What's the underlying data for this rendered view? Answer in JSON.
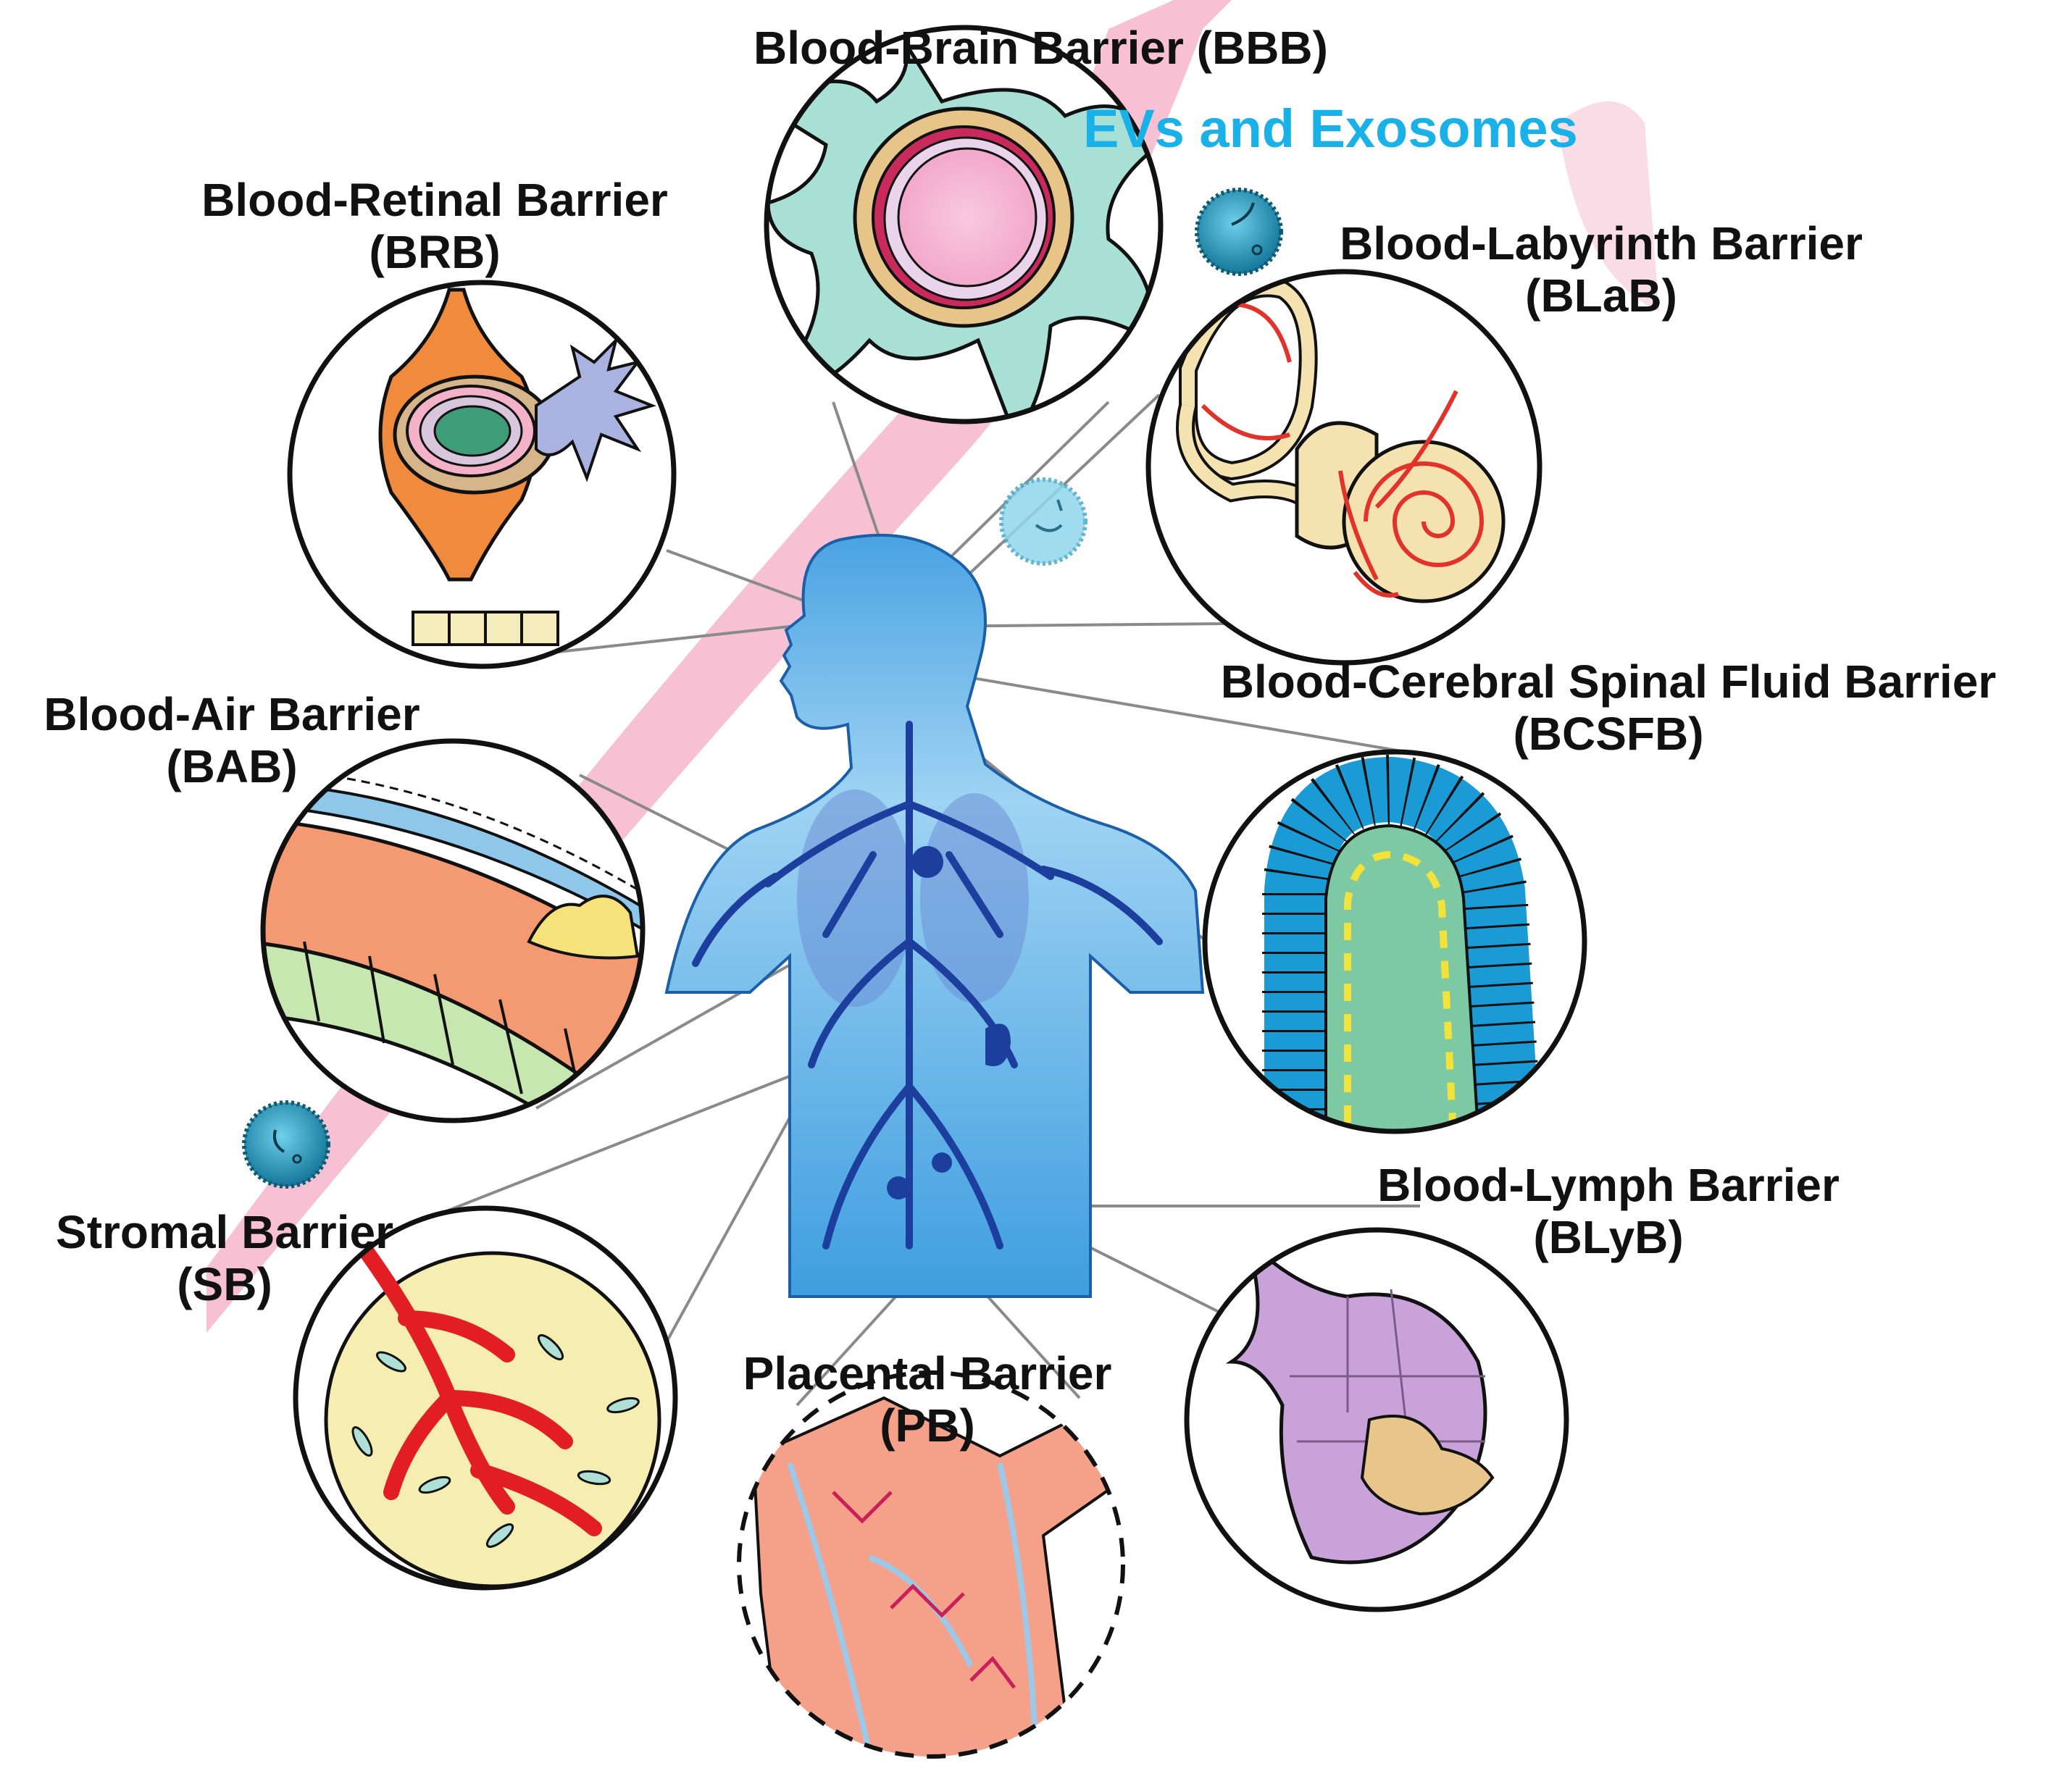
{
  "colors": {
    "ribbon": "#f7b6cb",
    "body_light": "#a9d8f4",
    "body_dark": "#2e8ad3",
    "vessel": "#1c3f9e",
    "accent_title": "#1ab0e8",
    "vesicle": "#1b8fb3",
    "connector": "#8a8a8a",
    "outline": "#111111"
  },
  "title": "EVs and Exosomes",
  "barriers": [
    {
      "id": "bbb",
      "name": "Blood-Brain Barrier (BBB)",
      "abbr": "",
      "icon": "brain-capillary-icon"
    },
    {
      "id": "brb",
      "name": "Blood-Retinal Barrier",
      "abbr": "(BRB)",
      "icon": "retinal-cell-icon"
    },
    {
      "id": "blab",
      "name": "Blood-Labyrinth Barrier",
      "abbr": "(BLaB)",
      "icon": "inner-ear-icon"
    },
    {
      "id": "bcsfb",
      "name": "Blood-Cerebral Spinal Fluid Barrier",
      "abbr": "(BCSFB)",
      "icon": "choroid-plexus-icon"
    },
    {
      "id": "bab",
      "name": "Blood-Air Barrier",
      "abbr": "(BAB)",
      "icon": "alveolar-wall-icon"
    },
    {
      "id": "sb",
      "name": "Stromal Barrier",
      "abbr": "(SB)",
      "icon": "stromal-vessel-icon"
    },
    {
      "id": "blyb",
      "name": "Blood-Lymph Barrier",
      "abbr": "(BLyB)",
      "icon": "lymph-node-icon"
    },
    {
      "id": "pb",
      "name": "Placental Barrier",
      "abbr": "(PB)",
      "icon": "placenta-villi-icon"
    }
  ],
  "figure": {
    "icon": "human-torso-icon"
  },
  "vesicles": {
    "icon": "exosome-vesicle-icon",
    "count": 3
  }
}
